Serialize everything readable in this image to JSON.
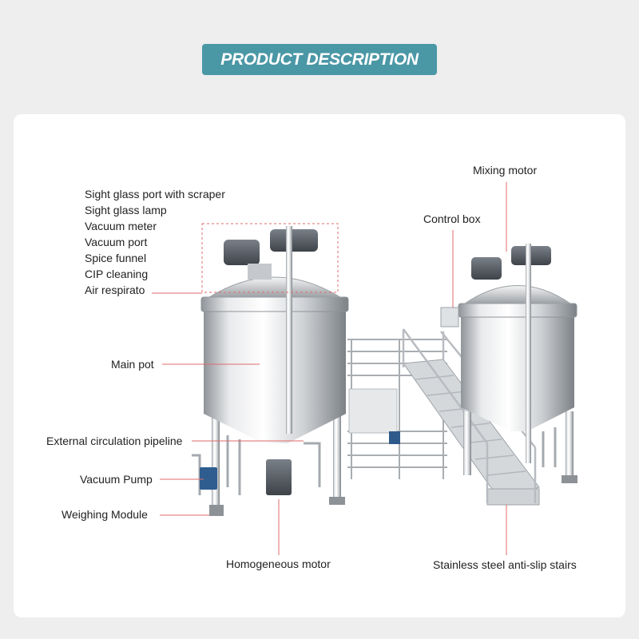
{
  "header": {
    "title": "PRODUCT DESCRIPTION"
  },
  "colors": {
    "banner": "#4a97a6",
    "leader_line": "#e06a6a",
    "steel_light": "#f2f2f2",
    "steel_dark": "#9a9a9a",
    "motor": "#5a6066"
  },
  "labels": {
    "top_group": [
      "Sight glass port with scraper",
      "Sight glass lamp",
      "Vacuum meter",
      "Vacuum port",
      "Spice funnel",
      "CIP cleaning",
      "Air respirato"
    ],
    "main_pot": "Main pot",
    "external_circulation": "External circulation pipeline",
    "vacuum_pump": "Vacuum Pump",
    "weighing_module": "Weighing Module",
    "homogeneous_motor": "Homogeneous motor",
    "mixing_motor": "Mixing motor",
    "control_box": "Control box",
    "stairs": "Stainless steel anti-slip stairs"
  }
}
